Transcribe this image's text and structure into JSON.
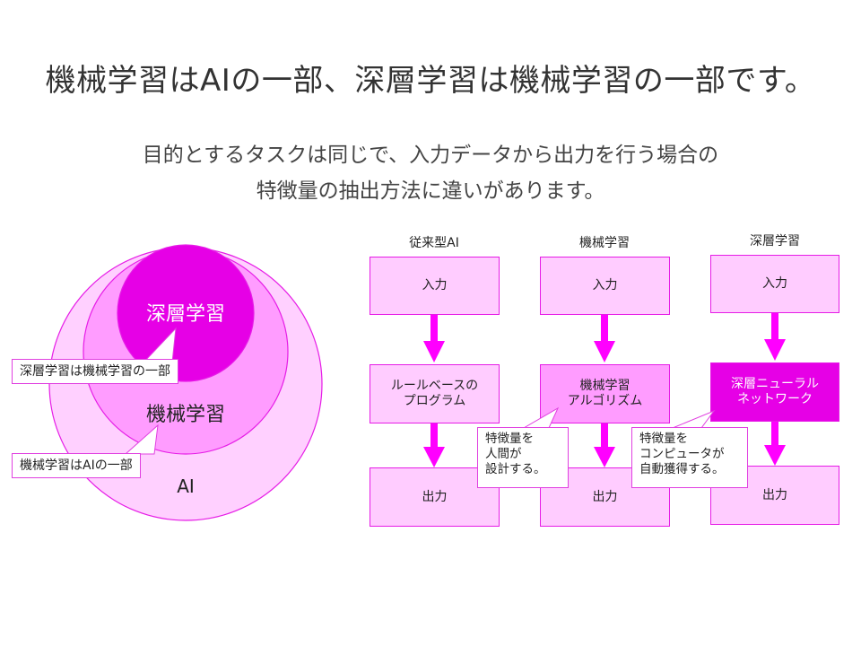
{
  "title": "機械学習はAIの一部、深層学習は機械学習の一部です。",
  "subtitle_lines": [
    "目的とするタスクは同じで、入力データから出力を行う場合の",
    "特徴量の抽出方法に違いがあります。"
  ],
  "venn": {
    "outer_label": "AI",
    "middle_label": "機械学習",
    "inner_label": "深層学習",
    "callout_inner": "深層学習は機械学習の一部",
    "callout_middle": "機械学習はAIの一部",
    "colors": {
      "outer": "#ffd0ff",
      "middle": "#ff9cff",
      "inner": "#e600e6",
      "stroke": "#e61ce6"
    }
  },
  "flow": {
    "columns": [
      {
        "header": "従来型AI",
        "input": "入力",
        "process": "ルールベースの\nプログラム",
        "output": "出力"
      },
      {
        "header": "機械学習",
        "input": "入力",
        "process": "機械学習\nアルゴリズム",
        "output": "出力"
      },
      {
        "header": "深層学習",
        "input": "入力",
        "process": "深層ニューラル\nネットワーク",
        "output": "出力"
      }
    ],
    "note_human": "特徴量を\n人間が\n設計する。",
    "note_auto": "特徴量を\nコンピュータが\n自動獲得する。",
    "arrow_color": "#ff00ff"
  }
}
